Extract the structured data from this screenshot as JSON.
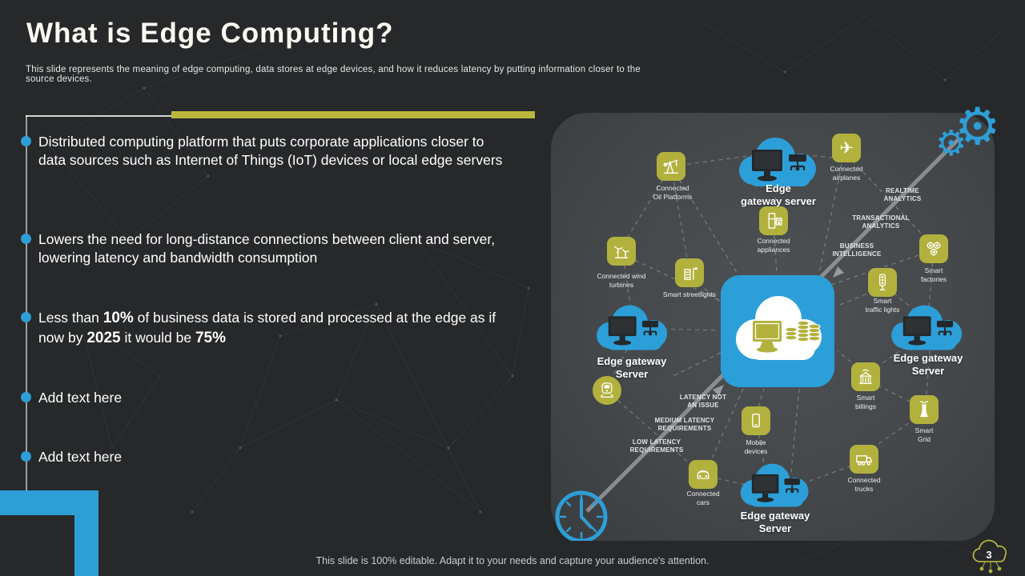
{
  "slide": {
    "title": "What is Edge Computing?",
    "subtitle": "This slide represents the meaning of edge computing, data stores at edge devices, and how it reduces latency by putting information closer to the source devices.",
    "footer": "This slide is 100% editable.  Adapt it to your needs and capture your audience's attention.",
    "page_number": "3"
  },
  "bullets": {
    "b1": "Distributed computing platform that puts corporate applications closer to data sources such as Internet of Things (IoT) devices or local edge servers",
    "b2": "Lowers the need for long-distance connections between client and server, lowering latency and bandwidth consumption",
    "b3": {
      "p1": "Less than ",
      "s1": "10%",
      "p2": " of business data is stored and processed at the edge as if now by ",
      "s2": "2025",
      "p3": " it would be ",
      "s3": "75%"
    },
    "b4": "Add text here",
    "b5": "Add text here"
  },
  "diagram": {
    "clouds": [
      {
        "label": "Edge\ngateway server"
      },
      {
        "label": "Edge gateway\nServer"
      },
      {
        "label": "Edge gateway\nServer"
      },
      {
        "label": "Edge gateway\nServer"
      }
    ],
    "devices": [
      {
        "icon": "oil-pump-icon",
        "label": "Connected\nOil Platforms"
      },
      {
        "icon": "airplane-icon",
        "label": "Connected\nairplanes"
      },
      {
        "icon": "appliances-icon",
        "label": "Connected\nappliances"
      },
      {
        "icon": "wind-turbine-icon",
        "label": "Connected wind\nturbines"
      },
      {
        "icon": "streetlight-icon",
        "label": "Smart streetlights"
      },
      {
        "icon": "factory-gears-icon",
        "label": "Smart\nfactories"
      },
      {
        "icon": "traffic-light-icon",
        "label": "Smart\ntraffic lights"
      },
      {
        "icon": "smart-billing-icon",
        "label": "Smart\nbillings"
      },
      {
        "icon": "smart-grid-icon",
        "label": "Smart\nGrid"
      },
      {
        "icon": "truck-icon",
        "label": "Connected\ntrucks"
      },
      {
        "icon": "mobile-device-icon",
        "label": "Mobile\ndevices"
      },
      {
        "icon": "car-icon",
        "label": "Connected\ncars"
      }
    ],
    "zones": [
      "REALTIME\nANALYTICS",
      "TRANSACTIONAL\nANALYTICS",
      "BUSINESS\nINTELLIGENCE",
      "LATENCY NOT\nAN ISSUE",
      "MEDIUM LATENCY\nREQUIREMENTS",
      "LOW LATENCY\nREQUIREMENTS"
    ]
  },
  "colors": {
    "accent_blue": "#2e9ed6",
    "accent_olive": "#b2b13d",
    "background": "#26282a"
  }
}
